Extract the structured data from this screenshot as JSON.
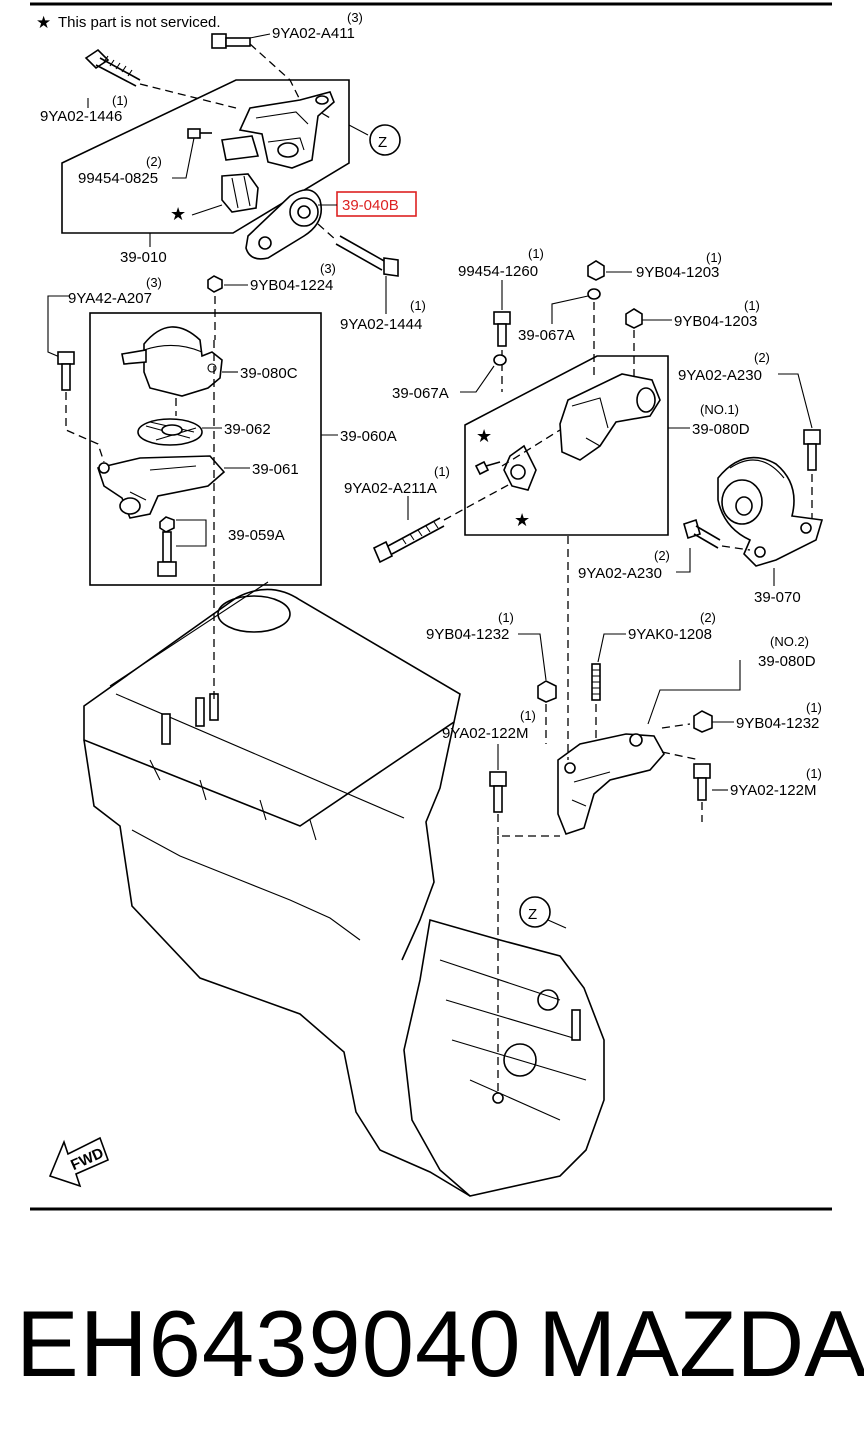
{
  "note": "This part is not serviced.",
  "view_marker": "Z",
  "highlight_color": "#d22222",
  "fwd_label": "FWD",
  "parts": {
    "a411": {
      "code": "9YA02-A411",
      "qty": "(3)"
    },
    "p1446": {
      "code": "9YA02-1446",
      "qty": "(1)"
    },
    "p0825": {
      "code": "99454-0825",
      "qty": "(2)"
    },
    "p040b": {
      "code": "39-040B"
    },
    "p010": {
      "code": "39-010"
    },
    "a207": {
      "code": "9YA42-A207",
      "qty": "(3)"
    },
    "b1224": {
      "code": "9YB04-1224",
      "qty": "(3)"
    },
    "p1444": {
      "code": "9YA02-1444",
      "qty": "(1)"
    },
    "p1260": {
      "code": "99454-1260",
      "qty": "(1)"
    },
    "b1203a": {
      "code": "9YB04-1203",
      "qty": "(1)"
    },
    "b1203b": {
      "code": "9YB04-1203",
      "qty": "(1)"
    },
    "p067a1": {
      "code": "39-067A"
    },
    "p067a2": {
      "code": "39-067A"
    },
    "p080c": {
      "code": "39-080C"
    },
    "p062": {
      "code": "39-062"
    },
    "p060a": {
      "code": "39-060A"
    },
    "p061": {
      "code": "39-061"
    },
    "p059a": {
      "code": "39-059A"
    },
    "a230a": {
      "code": "9YA02-A230",
      "qty": "(2)"
    },
    "no1": {
      "code": "(NO.1)"
    },
    "p080d1": {
      "code": "39-080D"
    },
    "a211a": {
      "code": "9YA02-A211A",
      "qty": "(1)"
    },
    "a230b": {
      "code": "9YA02-A230",
      "qty": "(2)"
    },
    "p070": {
      "code": "39-070"
    },
    "b1232a": {
      "code": "9YB04-1232",
      "qty": "(1)"
    },
    "k1208": {
      "code": "9YAK0-1208",
      "qty": "(2)"
    },
    "no2": {
      "code": "(NO.2)"
    },
    "p080d2": {
      "code": "39-080D"
    },
    "b1232b": {
      "code": "9YB04-1232",
      "qty": "(1)"
    },
    "m122a": {
      "code": "9YA02-122M",
      "qty": "(1)"
    },
    "m122b": {
      "code": "9YA02-122M",
      "qty": "(1)"
    }
  },
  "footer": {
    "part_number": "EH6439040",
    "brand": "MAZDA"
  }
}
